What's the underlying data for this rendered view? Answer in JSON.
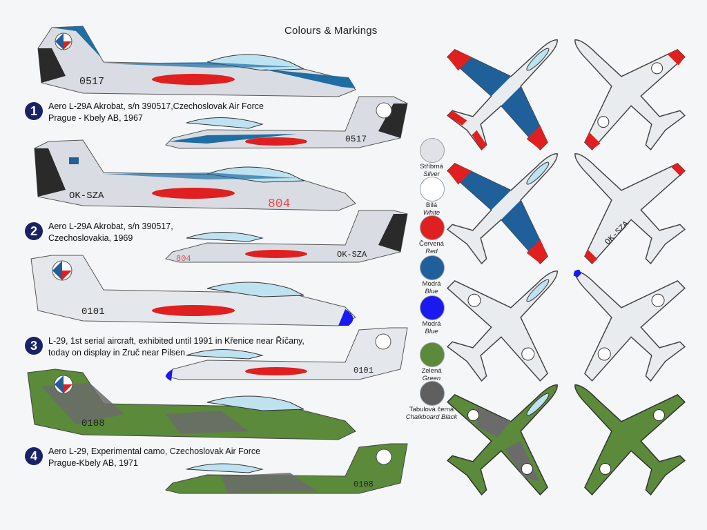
{
  "title": "Colours & Markings",
  "schemes": [
    {
      "number": "1",
      "line1": "Aero L-29A Akrobat, s/n 390517,Czechoslovak Air Force",
      "line2": "Prague - Kbely AB, 1967",
      "serial": "0517"
    },
    {
      "number": "2",
      "line1": "Aero L-29A Akrobat, s/n 390517,",
      "line2": "Czechoslovakia, 1969",
      "serial": "OK-SZA",
      "number_code": "804"
    },
    {
      "number": "3",
      "line1": "L-29, 1st serial aircraft, exhibited until 1991 in Křenice near Říčany,",
      "line2": "today on display in Zruč near Pilsen",
      "serial": "0101"
    },
    {
      "number": "4",
      "line1": "Aero L-29, Experimental camo, Czechoslovak Air Force",
      "line2": "Prague-Kbely AB, 1971",
      "serial": "0108"
    }
  ],
  "palette": [
    {
      "cz": "Stříbrná",
      "en": "Silver",
      "color": "#dfe3e8"
    },
    {
      "cz": "Bílá",
      "en": "White",
      "color": "#ffffff"
    },
    {
      "cz": "Červená",
      "en": "Red",
      "color": "#e02020"
    },
    {
      "cz": "Modrá",
      "en": "Blue",
      "color": "#1f5f9a"
    },
    {
      "cz": "Modrá",
      "en": "Blue",
      "color": "#1a1af0"
    },
    {
      "cz": "Zelená",
      "en": "Green",
      "color": "#5a8a3a"
    },
    {
      "cz": "Tabulová černá",
      "en": "Chalkboard Black",
      "color": "#5f5f5f"
    }
  ],
  "plan_serials": {
    "top_view_2": "OK-SZA"
  }
}
